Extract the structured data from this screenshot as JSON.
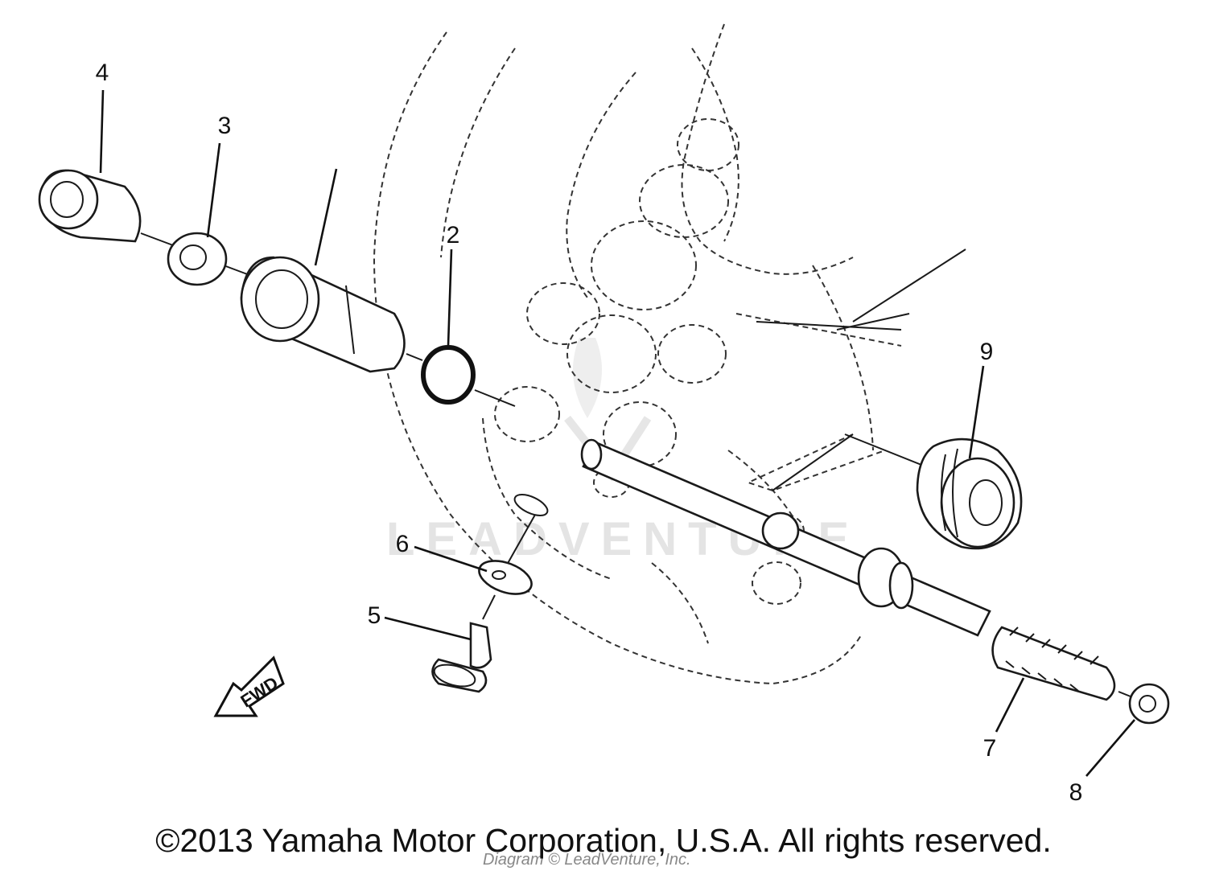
{
  "diagram": {
    "parts": [
      {
        "id": "callout-1",
        "label": ""
      },
      {
        "id": "callout-2",
        "label": "2"
      },
      {
        "id": "callout-3",
        "label": "3"
      },
      {
        "id": "callout-4",
        "label": "4"
      },
      {
        "id": "callout-5",
        "label": "5"
      },
      {
        "id": "callout-6",
        "label": "6"
      },
      {
        "id": "callout-7",
        "label": "7"
      },
      {
        "id": "callout-8",
        "label": "8"
      },
      {
        "id": "callout-9",
        "label": "9"
      }
    ],
    "fwd_label": "FWD",
    "watermark": "LEADVENTURE",
    "watermark_sub": "Diagram © LeadVenture, Inc."
  },
  "footer": {
    "copyright": "©2013 Yamaha Motor Corporation, U.S.A. All rights reserved."
  },
  "colors": {
    "line": "#1a1a1a",
    "background": "#ffffff",
    "watermark": "#e4e4e4"
  }
}
